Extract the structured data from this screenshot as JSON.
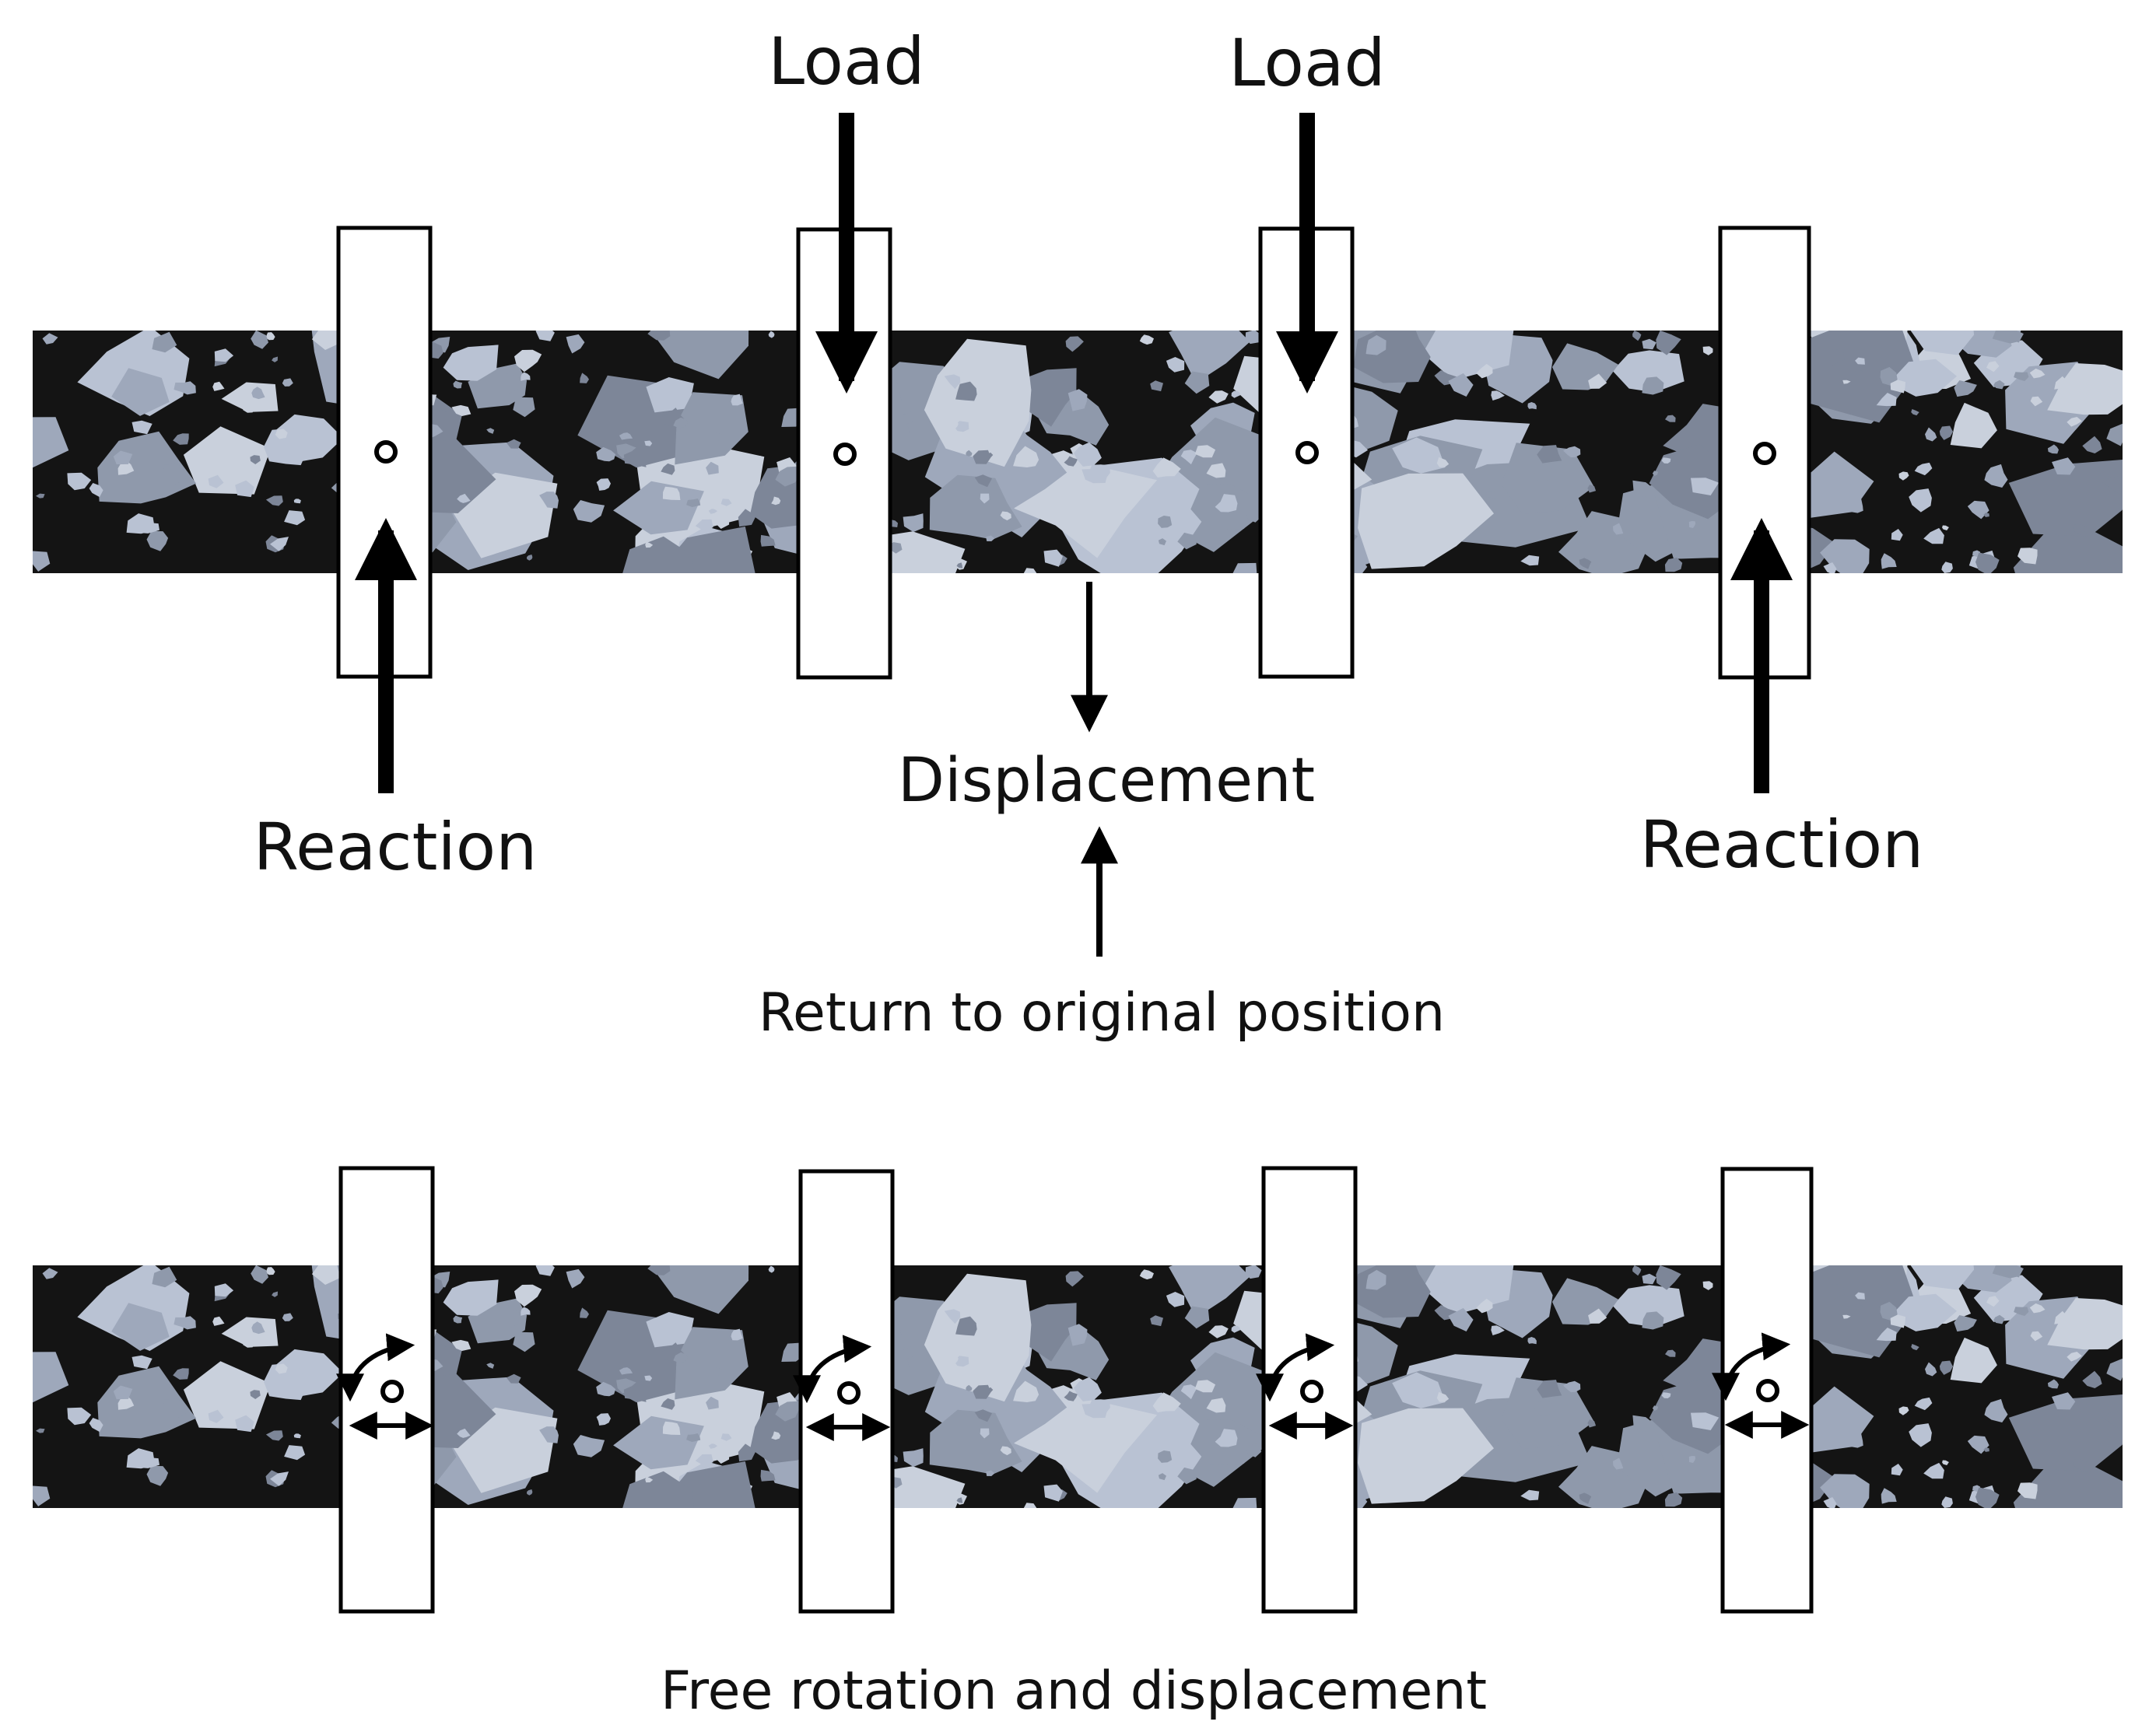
{
  "labels": {
    "load_left": "Load",
    "load_right": "Load",
    "reaction_left": "Reaction",
    "reaction_right": "Reaction",
    "displacement": "Displacement",
    "return": "Return to original position",
    "free": "Free rotation and displacement"
  },
  "colors": {
    "asphalt_binder": "#141414",
    "aggregate_light": "#b9c2d3",
    "aggregate_mid": "#9ea8bb",
    "aggregate_dark": "#7d8698",
    "clamp_fill": "#ffffff",
    "arrow": "#000000"
  },
  "icons": {
    "pin": "pin-icon",
    "rotation": "rotation-arrow-icon",
    "horizontal": "double-arrow-icon"
  }
}
